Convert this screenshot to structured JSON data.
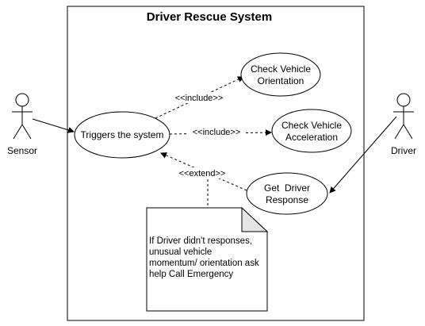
{
  "system": {
    "title": "Driver Rescue System"
  },
  "actors": {
    "sensor": "Sensor",
    "driver": "Driver"
  },
  "use_cases": {
    "triggers": "Triggers the system",
    "orientation_line1": "Check Vehicle",
    "orientation_line2": "Orientation",
    "acceleration_line1": "Check Vehicle",
    "acceleration_line2": "Acceleration",
    "response_line1": "Get  Driver",
    "response_line2": "Response"
  },
  "relations": {
    "include_orientation": "<<include>>",
    "include_acceleration": "<<include>>",
    "extend_response": "<<extend>>"
  },
  "note": {
    "line1": "If Driver didn't responses,",
    "line2": "unusual vehicle",
    "line3": "momentum/ orientation ask",
    "line4": "help Call Emergency"
  }
}
